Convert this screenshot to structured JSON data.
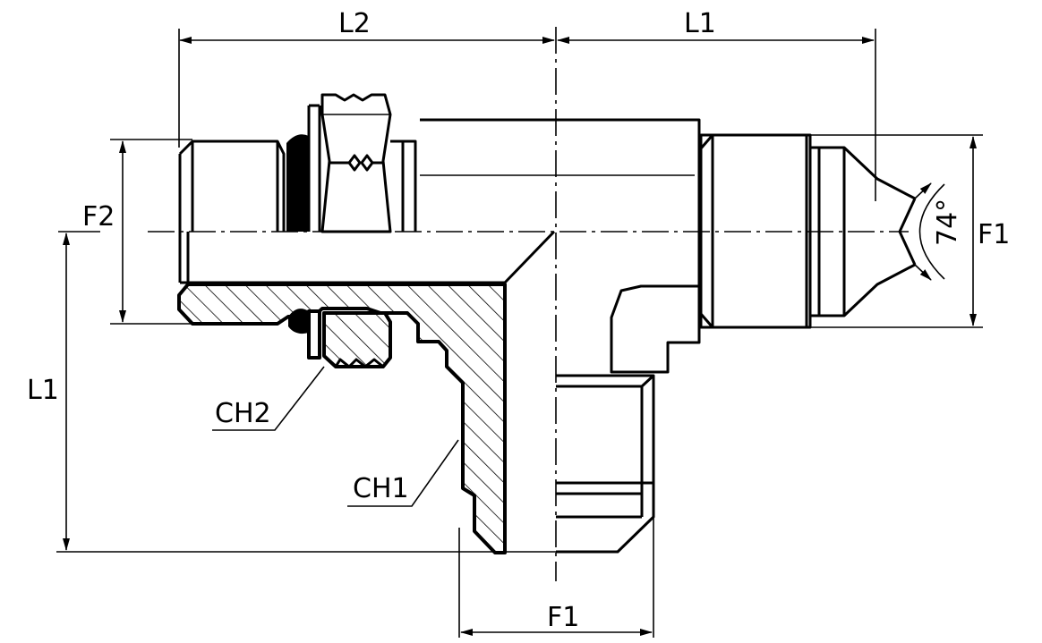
{
  "labels": {
    "l2_top": "L2",
    "l1_top": "L1",
    "f2_left": "F2",
    "l1_left": "L1",
    "f1_right": "F1",
    "f1_bottom": "F1",
    "angle": "74°",
    "ch2": "CH2",
    "ch1": "CH1"
  }
}
